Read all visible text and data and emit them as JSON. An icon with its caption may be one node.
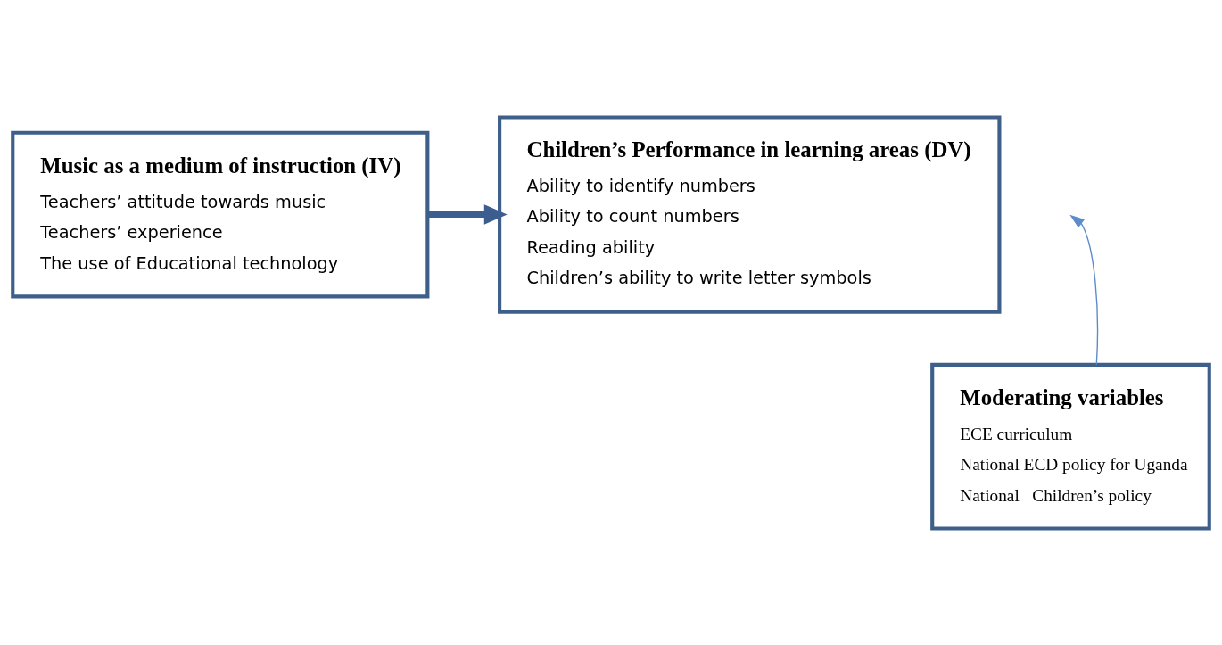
{
  "diagram": {
    "nodes": [
      {
        "text": [
          "Music as a medium of instruction (IV)",
          "Teachers’ attitude towards music",
          "Teachers’ experience",
          "The use of Educational technology"
        ]
      },
      {
        "text": [
          "Children’s Performance in learning areas (DV)",
          "Ability to identify numbers",
          "Ability to count numbers",
          "Reading ability",
          "Children’s ability to write letter symbols"
        ]
      },
      {
        "text": [
          "Moderating variables",
          "ECE curriculum",
          "National ECD policy for Uganda",
          "National   Children’s policy"
        ]
      }
    ],
    "edges": [
      {
        "from": 0,
        "to": 1,
        "arrow": "to",
        "style": "thick",
        "color": "#3b5d8f"
      },
      {
        "from": 2,
        "to": null,
        "arrow": "to",
        "color": "#5b8bc9"
      }
    ]
  }
}
